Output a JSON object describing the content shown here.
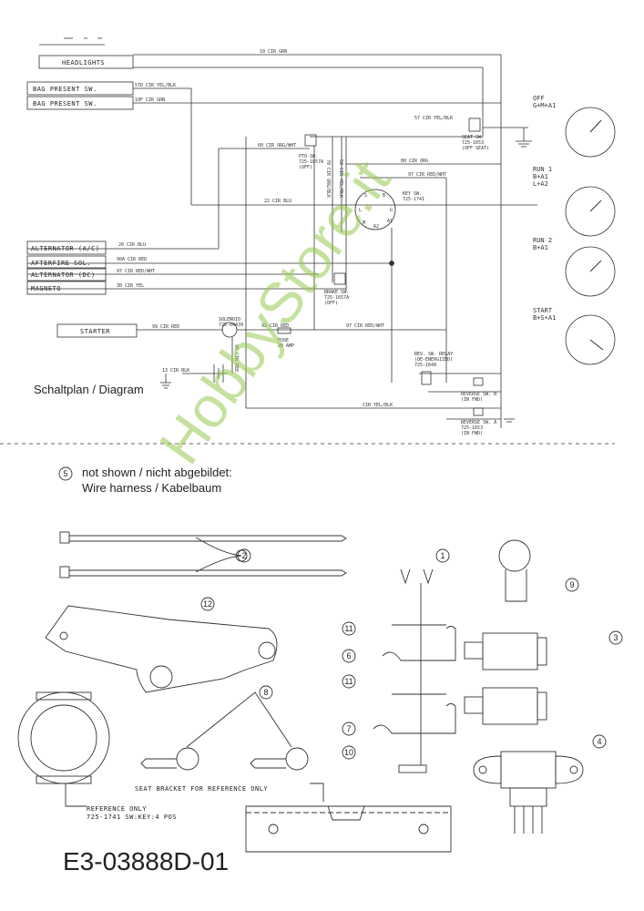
{
  "diagram": {
    "caption": "Schaltplan / Diagram",
    "figure_code": "E3-03888D-01",
    "watermark": "HobbyStore.it",
    "note_number": "5",
    "note_line1": "not shown / nicht abgebildet:",
    "note_line2": "Wire harness / Kabelbaum",
    "boxes": {
      "headlights": "HEADLIGHTS",
      "bag1": "BAG PRESENT SW.",
      "bag2": "BAG PRESENT SW.",
      "alt_ac": "ALTERNATOR (A/C)",
      "afterfire": "AFTERFIRE SOL.",
      "alt_dc": "ALTERNATOR (DC)",
      "magneto": "MAGNETO",
      "starter": "STARTER"
    },
    "wires": {
      "w10": "10 CIR GRN",
      "w57": "57D CIR YEL/BLK",
      "w10f": "10F CIR GRN",
      "w57b": "57 CIR YEL/BLK",
      "w60": "60 CIR ORG/WHT",
      "w80": "80 CIR ORG",
      "w22": "22 CIR BLU",
      "w20": "20 CIR BLU",
      "w90a": "90A CIR RED",
      "w97": "97 CIR RED/WHT",
      "w30": "30 CIR YEL",
      "w99": "99 CIR RED",
      "w92": "92 CIR RED",
      "w97b": "97 CIR RED/WHT",
      "w13": "13 CIR BLK",
      "wyel": "CIR YEL/BLK",
      "w50": "50 CIR YEL/BLK",
      "w70": "70 CIR ORG/BLK",
      "w97c": "97 CIR RED/WHT",
      "w95": "95 CIR RED"
    },
    "components": {
      "seat": [
        "SEAT SW.",
        "725-1653",
        "(OFF SEAT)"
      ],
      "pto": [
        "PTO SW.",
        "725-1657A",
        "(OFF)"
      ],
      "key": [
        "KEY SW.",
        "725-1741"
      ],
      "brake": [
        "BRAKE SW.",
        "725-1657A",
        "(OFF)"
      ],
      "solenoid": [
        "SOLENOID",
        "725-04439"
      ],
      "fuse": [
        "FUSE",
        "20 AMP"
      ],
      "relay": [
        "REV. SW. RELAY",
        "(DE-ENERGIZED)",
        "725-1648"
      ],
      "rev1": [
        "REVERSE SW. B",
        "(IN FWD)"
      ],
      "rev2": [
        "REVERSE SW. A",
        "725-1653",
        "(IN FWD)"
      ]
    },
    "key_states": [
      {
        "name": "OFF",
        "circuit": "G+M+A1"
      },
      {
        "name": "RUN 1",
        "circuit": "B+A1\nL+A2"
      },
      {
        "name": "RUN 2",
        "circuit": "B+A1"
      },
      {
        "name": "START",
        "circuit": "B+S+A1"
      }
    ],
    "key_terminals": [
      "S",
      "B",
      "L",
      "G",
      "M",
      "A1",
      "A2"
    ],
    "parts": {
      "seat_bracket": "SEAT BRACKET FOR REFERENCE ONLY",
      "reference": "REFERENCE ONLY",
      "reference2": "725-1741 SW:KEY:4 POS",
      "callouts": [
        "1",
        "2",
        "3",
        "4",
        "6",
        "7",
        "8",
        "9",
        "10",
        "11",
        "11",
        "12"
      ]
    }
  }
}
